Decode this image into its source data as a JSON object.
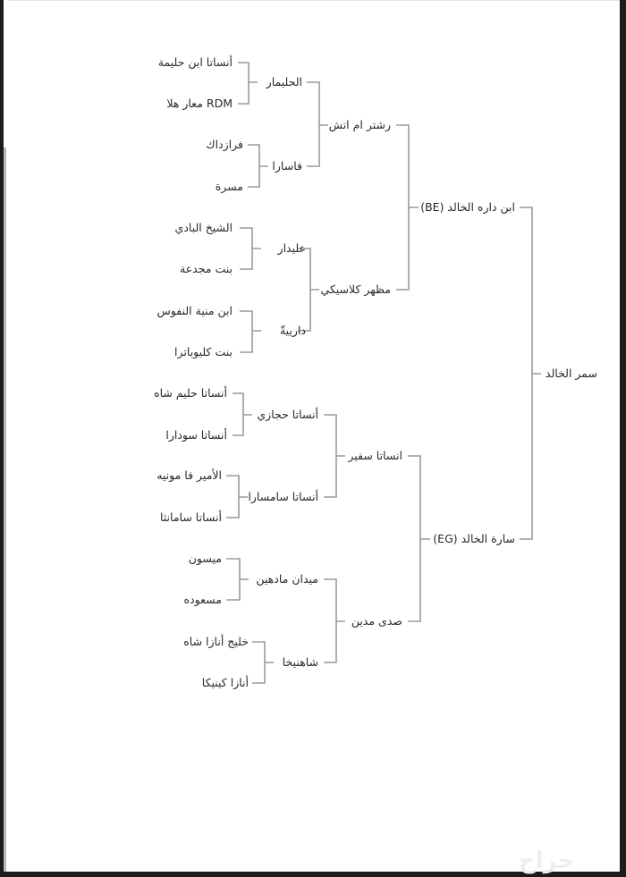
{
  "diagram": {
    "type": "pedigree-tree",
    "root": {
      "label": "سمر الخالد"
    },
    "sire": {
      "label": "ابن داره الخالد (BE)"
    },
    "dam": {
      "label": "سارة الخالد (EG)"
    },
    "sire_sire": {
      "label": "رشتر ام اتش"
    },
    "sire_dam": {
      "label": "مظهر كلاسيكي"
    },
    "dam_sire": {
      "label": "انساتا سفير"
    },
    "dam_dam": {
      "label": "صدى مدين"
    },
    "gen3": [
      {
        "label": "الحليمار"
      },
      {
        "label": "فاسارا"
      },
      {
        "label": "عليدار"
      },
      {
        "label": "دارييةّ"
      },
      {
        "label": "أنساتا حجازي"
      },
      {
        "label": "أنساتا سامسارا"
      },
      {
        "label": "ميدان مادهين"
      },
      {
        "label": "شاهنيخا"
      }
    ],
    "gen4": [
      {
        "label": "أنساتا ابن حليمة"
      },
      {
        "label": "RDM معار هلا"
      },
      {
        "label": "فرازداك"
      },
      {
        "label": "مسرة"
      },
      {
        "label": "الشيخ البادي"
      },
      {
        "label": "بنت مجدعة"
      },
      {
        "label": "ابن منية النفوس"
      },
      {
        "label": "بنت كليوباترا"
      },
      {
        "label": "أنساتا حليم شاه"
      },
      {
        "label": "أنساتا سودارا"
      },
      {
        "label": "الأمير فا مونيه"
      },
      {
        "label": "أنساتا سامانثا"
      },
      {
        "label": "ميسون"
      },
      {
        "label": "مسعوده"
      },
      {
        "label": "خليج أنازا شاه"
      },
      {
        "label": "أنازا كينيكا"
      }
    ]
  },
  "watermark": {
    "text": "حراج"
  },
  "colors": {
    "line": "#9a9a9a",
    "text": "#2a2a2a",
    "frame": "#1c1c1c"
  }
}
